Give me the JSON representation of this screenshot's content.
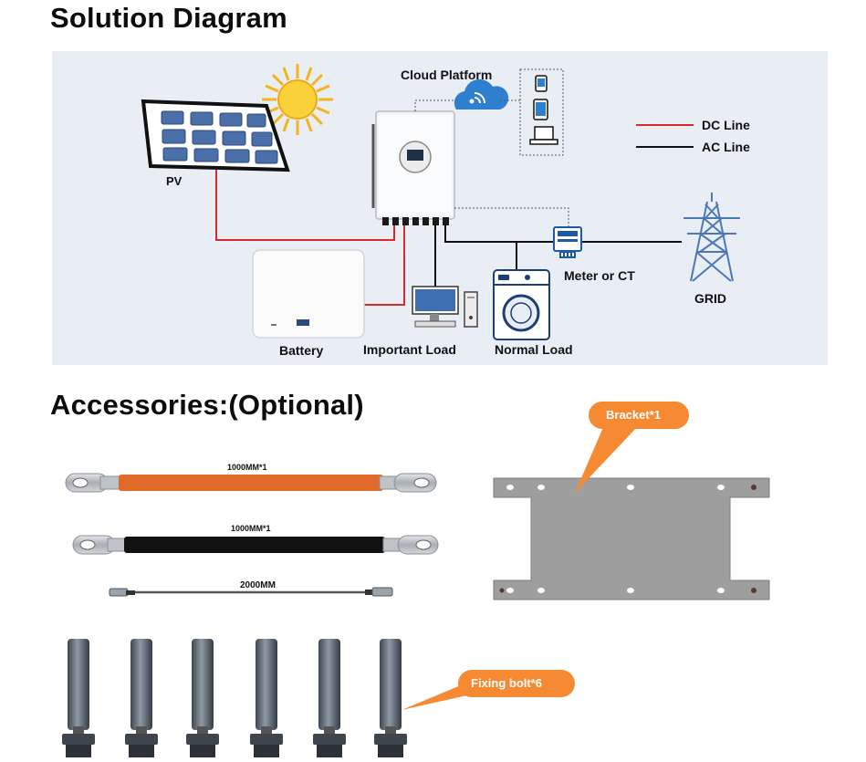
{
  "titles": {
    "solution": "Solution Diagram",
    "accessories": "Accessories:(Optional)"
  },
  "diagram": {
    "pv": "PV",
    "cloud": "Cloud Platform",
    "battery": "Battery",
    "important_load": "Important Load",
    "normal_load": "Normal Load",
    "meter": "Meter or CT",
    "grid": "GRID",
    "legend": {
      "dc": "DC Line",
      "ac": "AC Line",
      "dc_color": "#d62b2b",
      "ac_color": "#111111"
    }
  },
  "accessories": {
    "cable_red": "1000MM*1",
    "cable_black": "1000MM*1",
    "cable_comm": "2000MM",
    "bracket": "Bracket*1",
    "bolt": "Fixing bolt*6",
    "callout_color": "#f58a33",
    "red_cable_color": "#e06a2a"
  }
}
